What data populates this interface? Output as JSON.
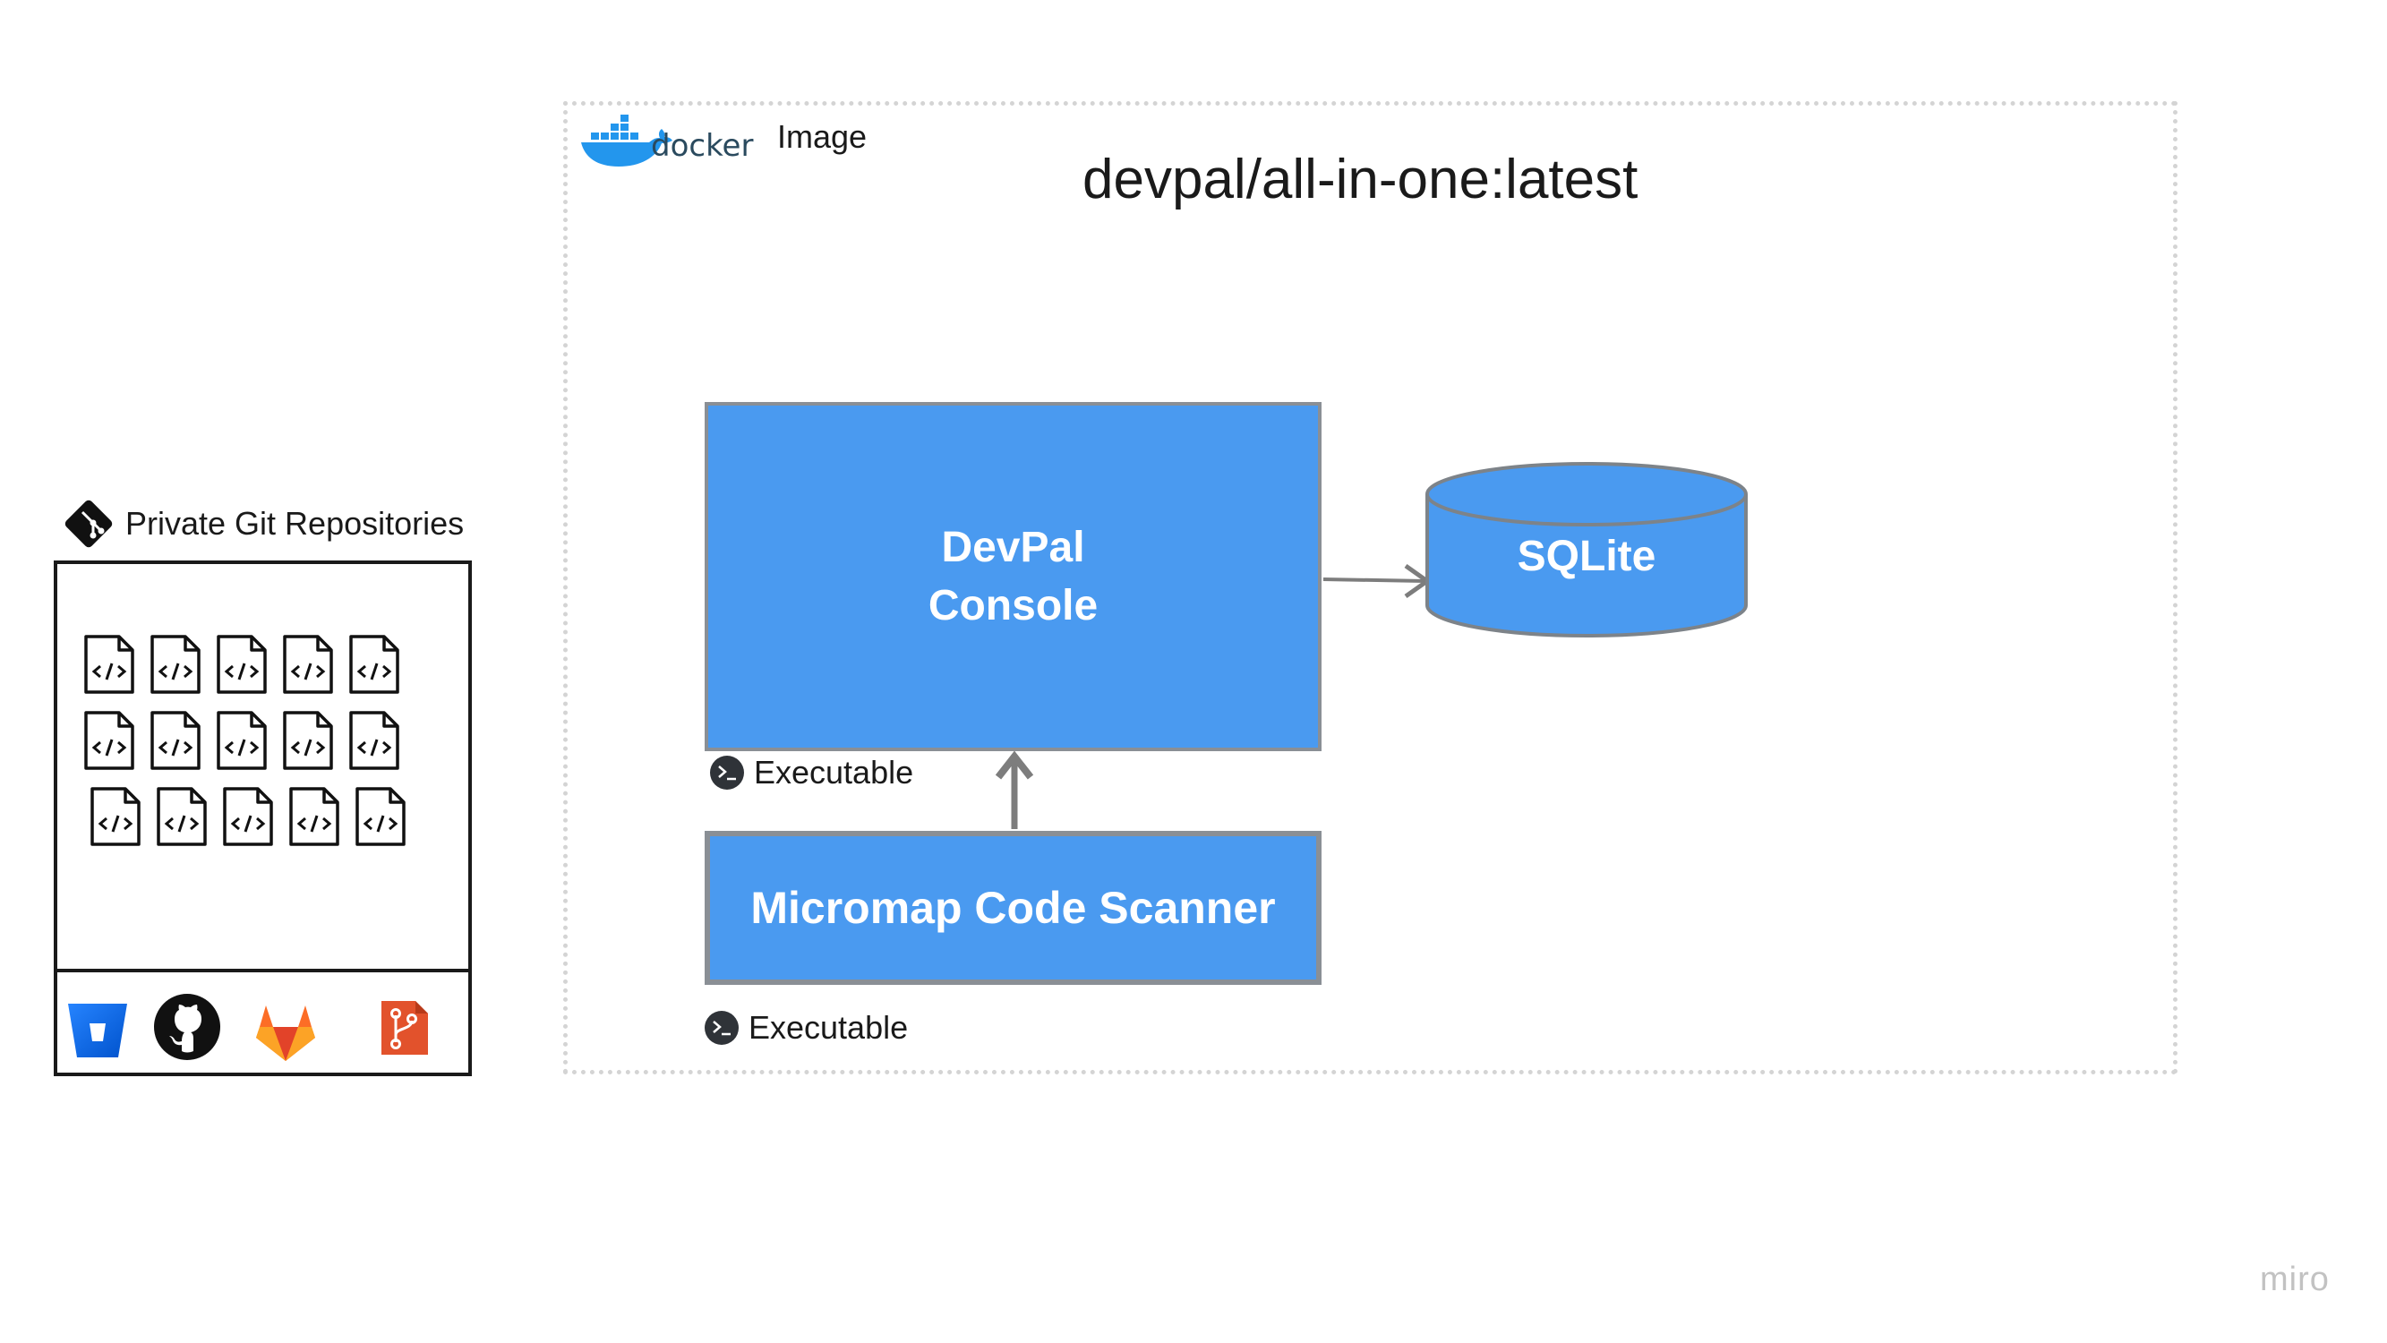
{
  "image_frame": {
    "docker_logo_text": "docker",
    "label": "Image",
    "name": "devpal/all-in-one:latest"
  },
  "components": {
    "devpal_console": {
      "line1": "DevPal",
      "line2": "Console",
      "tag": "Executable"
    },
    "code_scanner": {
      "label": "Micromap Code Scanner",
      "tag": "Executable"
    },
    "database": {
      "label": "SQLite"
    }
  },
  "repositories": {
    "title": "Private Git Repositories",
    "file_icon": "code-file-icon",
    "file_rows": [
      5,
      5,
      5
    ],
    "providers": [
      "bitbucket-icon",
      "github-icon",
      "gitlab-icon",
      "azure-repos-icon"
    ]
  },
  "watermark": "miro",
  "colors": {
    "box_fill": "#4a9af0",
    "box_border": "#8a8f95",
    "arrow": "#808080",
    "frame_dots": "#d4d4d4"
  }
}
